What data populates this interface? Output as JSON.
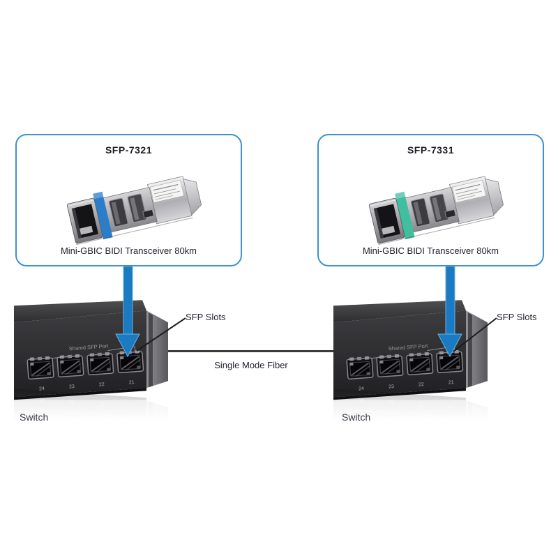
{
  "colors": {
    "accent_blue": "#1a7bc2",
    "accent_blue_edge": "#6fb0dd",
    "callout_border": "#3d92cc",
    "fiber_line": "#3a3a3c",
    "text_dark": "#23232d"
  },
  "cards": [
    {
      "title": "SFP-7321",
      "caption": "Mini-GBIC BIDI Transceiver 80km",
      "band_color": "#2a7dc9"
    },
    {
      "title": "SFP-7331",
      "caption": "Mini-GBIC BIDI Transceiver 80km",
      "band_color": "#3fbf9f"
    }
  ],
  "switches": [
    {
      "label": "Switch",
      "shared_port_label": "Shared SFP Port",
      "slots_label": "SFP Slots",
      "ports": [
        "24",
        "23",
        "22",
        "21"
      ]
    },
    {
      "label": "Switch",
      "shared_port_label": "Shared SFP Port",
      "slots_label": "SFP Slots",
      "ports": [
        "24",
        "23",
        "22",
        "21"
      ]
    }
  ],
  "link": {
    "label": "Single Mode Fiber"
  }
}
